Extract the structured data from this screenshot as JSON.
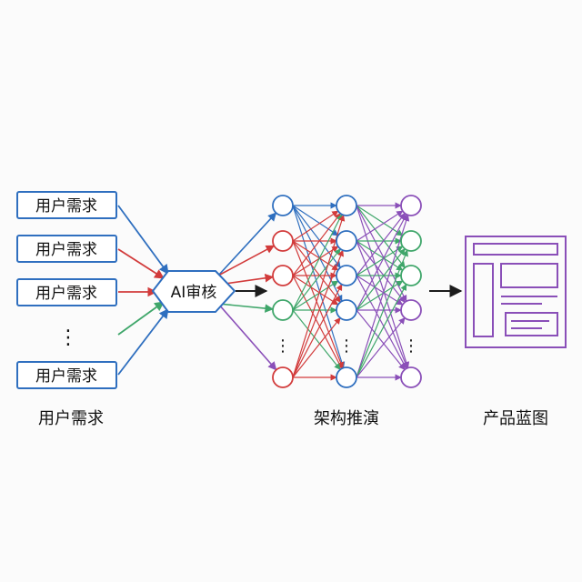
{
  "input_boxes": {
    "items": [
      "用户需求",
      "用户需求",
      "用户需求",
      "用户需求"
    ],
    "ellipsis": "⋮"
  },
  "ai_node": {
    "label": "AI审核"
  },
  "network": {
    "ellipsis": "⋮"
  },
  "captions": {
    "user_needs": "用户需求",
    "architecture": "架构推演",
    "blueprint": "产品蓝图"
  },
  "colors": {
    "blue": "#2f6fbf",
    "red": "#d23b3b",
    "green": "#3fa66a",
    "purple": "#8a4fb8",
    "dark": "#1c1c1c"
  }
}
